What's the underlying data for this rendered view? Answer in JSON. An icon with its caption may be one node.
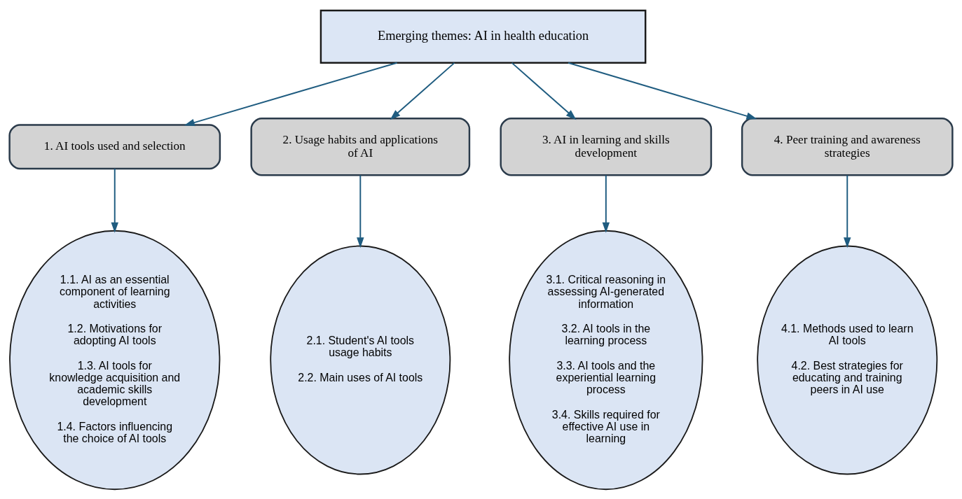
{
  "diagram": {
    "nodes": [
      {
        "text": [
          "Emerging themes: AI in health education"
        ]
      },
      {
        "text": [
          "1. AI tools used and selection"
        ]
      },
      {
        "text": [
          "2. Usage habits and applications of AI"
        ]
      },
      {
        "text": [
          "3. AI in learning and skills development"
        ]
      },
      {
        "text": [
          "4. Peer training and awareness strategies"
        ]
      },
      {
        "text": [
          "1.1. AI as an essential component of learning activities",
          "1.2. Motivations for adopting AI tools",
          "1.3. AI tools for knowledge acquisition and academic skills development",
          "1.4. Factors influencing the choice of AI tools"
        ]
      },
      {
        "text": [
          "2.1. Student's AI tools usage habits",
          "2.2. Main uses of AI tools"
        ]
      },
      {
        "text": [
          "3.1. Critical reasoning in assessing AI-generated information",
          "3.2. AI tools in the learning process",
          "3.3. AI tools and the experiential learning process",
          "3.4. Skills required for effective AI use in learning"
        ]
      },
      {
        "text": [
          "4.1. Methods used to learn AI tools",
          "4.2. Best strategies for educating and training peers in AI use"
        ]
      }
    ],
    "edges": [
      {
        "from": 0,
        "to": 1,
        "arrow": "to"
      },
      {
        "from": 0,
        "to": 2,
        "arrow": "to"
      },
      {
        "from": 0,
        "to": 3,
        "arrow": "to"
      },
      {
        "from": 0,
        "to": 4,
        "arrow": "to"
      },
      {
        "from": 1,
        "to": 5,
        "arrow": "to"
      },
      {
        "from": 2,
        "to": 6,
        "arrow": "to"
      },
      {
        "from": 3,
        "to": 7,
        "arrow": "to"
      },
      {
        "from": 4,
        "to": 8,
        "arrow": "to"
      }
    ]
  }
}
